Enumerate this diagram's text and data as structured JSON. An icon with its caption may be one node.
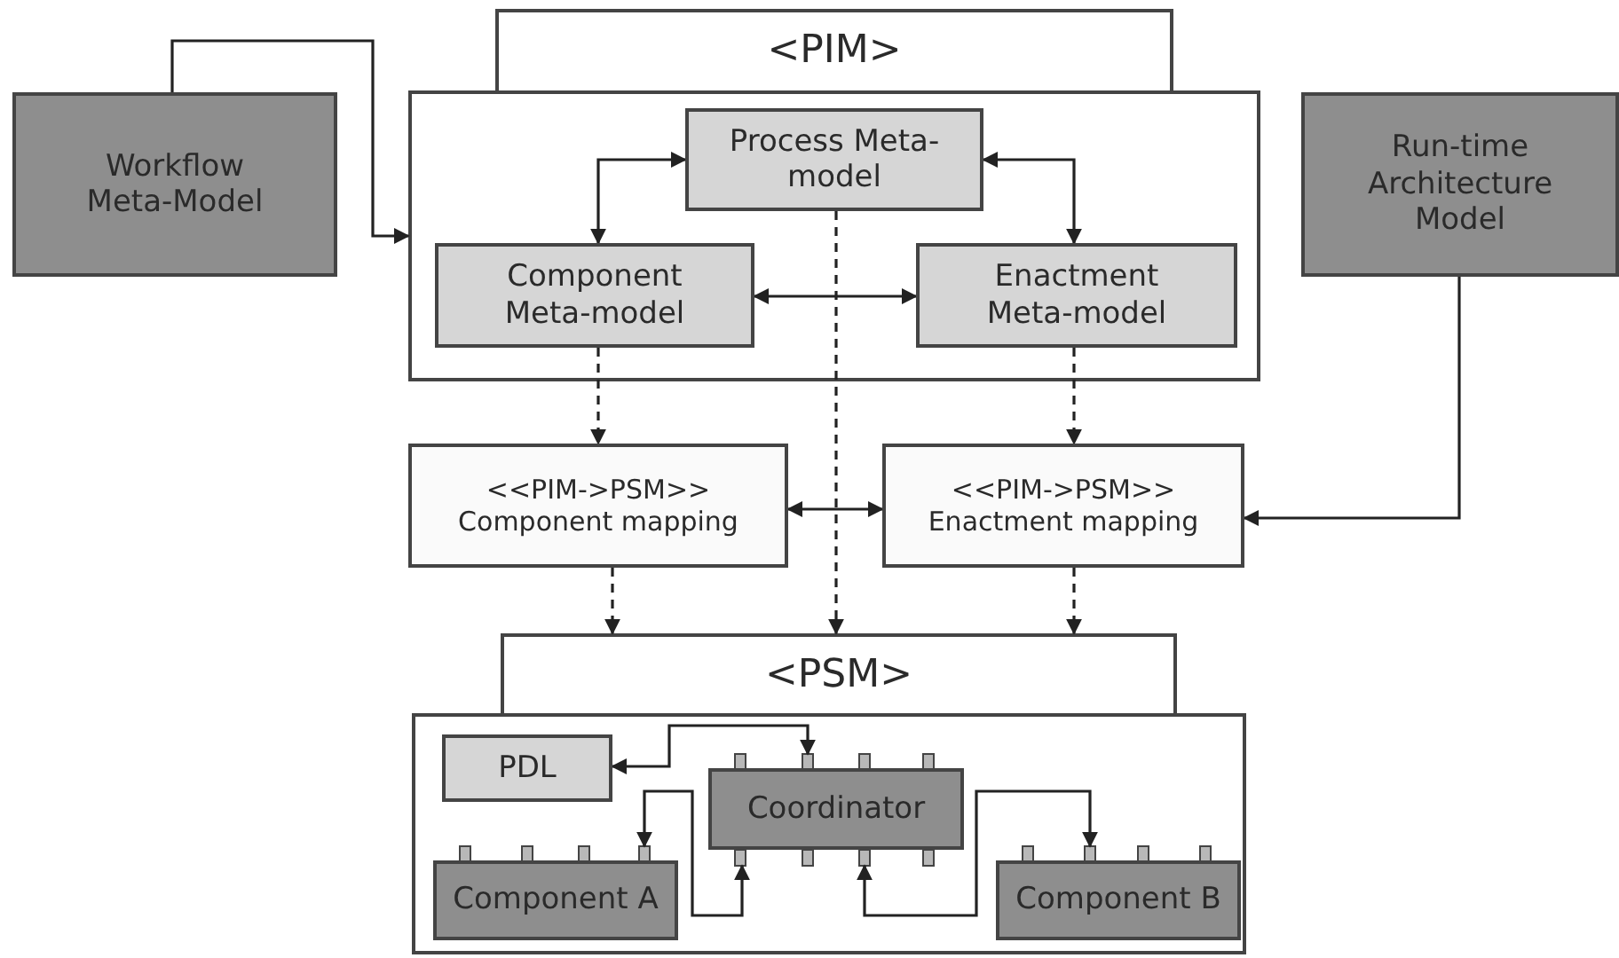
{
  "diagram": {
    "nodes": [
      {
        "text": [
          "Workflow Meta-Model"
        ]
      },
      {
        "text": [
          "<PIM>"
        ]
      },
      {
        "text": [
          "Process Meta-model"
        ],
        "in": 1
      },
      {
        "text": [
          "Component Meta-model"
        ],
        "in": 1
      },
      {
        "text": [
          "Enactment Meta-model"
        ],
        "in": 1
      },
      {
        "text": [
          "Run-time Architecture Model"
        ]
      },
      {
        "text": [
          "<<PIM->PSM>>",
          "Component mapping"
        ]
      },
      {
        "text": [
          "<<PIM->PSM>>",
          "Enactment mapping"
        ]
      },
      {
        "text": [
          "<PSM>"
        ]
      },
      {
        "text": [
          "PDL"
        ],
        "in": 8
      },
      {
        "text": [
          "Coordinator"
        ],
        "in": 8
      },
      {
        "text": [
          "Component A"
        ],
        "in": 8
      },
      {
        "text": [
          "Component B"
        ],
        "in": 8
      }
    ],
    "edges": [
      {
        "from": 0,
        "to": 1,
        "arrow": "to"
      },
      {
        "from": 2,
        "to": 3,
        "arrow": "both"
      },
      {
        "from": 2,
        "to": 4,
        "arrow": "both"
      },
      {
        "from": 3,
        "to": 4,
        "arrow": "both"
      },
      {
        "from": 3,
        "to": 6,
        "arrow": "to",
        "style": "dashed"
      },
      {
        "from": 4,
        "to": 7,
        "arrow": "to",
        "style": "dashed"
      },
      {
        "from": 2,
        "to": 8,
        "arrow": "to",
        "style": "dashed"
      },
      {
        "from": 6,
        "to": 7,
        "arrow": "both"
      },
      {
        "from": 6,
        "to": 8,
        "arrow": "to",
        "style": "dashed"
      },
      {
        "from": 7,
        "to": 8,
        "arrow": "to",
        "style": "dashed"
      },
      {
        "from": 5,
        "to": 7,
        "arrow": "to"
      },
      {
        "from": 10,
        "to": 9,
        "arrow": "both"
      },
      {
        "from": 11,
        "to": 10,
        "arrow": "both"
      },
      {
        "from": 12,
        "to": 10,
        "arrow": "both"
      }
    ]
  }
}
